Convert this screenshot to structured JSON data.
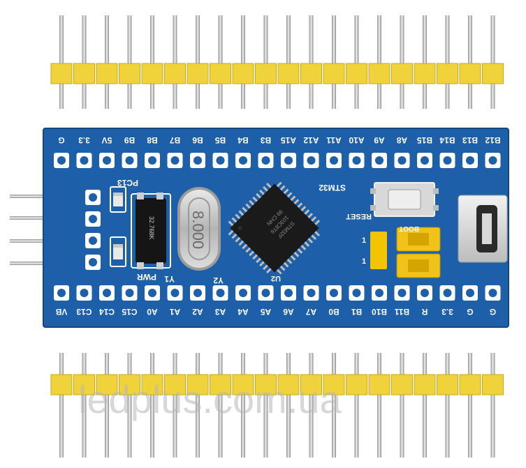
{
  "board": {
    "top_pins": [
      "G",
      "3.3",
      "5V",
      "B9",
      "B8",
      "B7",
      "B6",
      "B5",
      "B4",
      "B3",
      "A15",
      "A12",
      "A11",
      "A10",
      "A9",
      "A8",
      "B15",
      "B14",
      "B13",
      "B12"
    ],
    "bottom_pins": [
      "VB",
      "C13",
      "C14",
      "C15",
      "A0",
      "A1",
      "A2",
      "A3",
      "A4",
      "A5",
      "A6",
      "A7",
      "B0",
      "B1",
      "B10",
      "B11",
      "R",
      "3.3",
      "G",
      "G"
    ],
    "mcu_label": "STM32",
    "reset_label": "RESET",
    "boot_label": "BOOT",
    "pc13_label": "PC13",
    "pwr_label": "PWR",
    "y1_label": "Y1",
    "y2_label": "Y2",
    "u2_label": "U2",
    "crystal_text": "8.000",
    "small_crystal_text": "32.768K",
    "boot_one_a": "1",
    "boot_one_b": "1",
    "chip_lines": [
      "STM32F",
      "103C8T6",
      "99 CHN"
    ]
  },
  "watermark": "ledplus.com.ua",
  "colors": {
    "pcb": "#1d5fa8",
    "pcb_dark": "#17508f",
    "header_yellow": "#f0d23a",
    "pin_silver": "#c9c9c9",
    "jumper": "#f5c400"
  }
}
